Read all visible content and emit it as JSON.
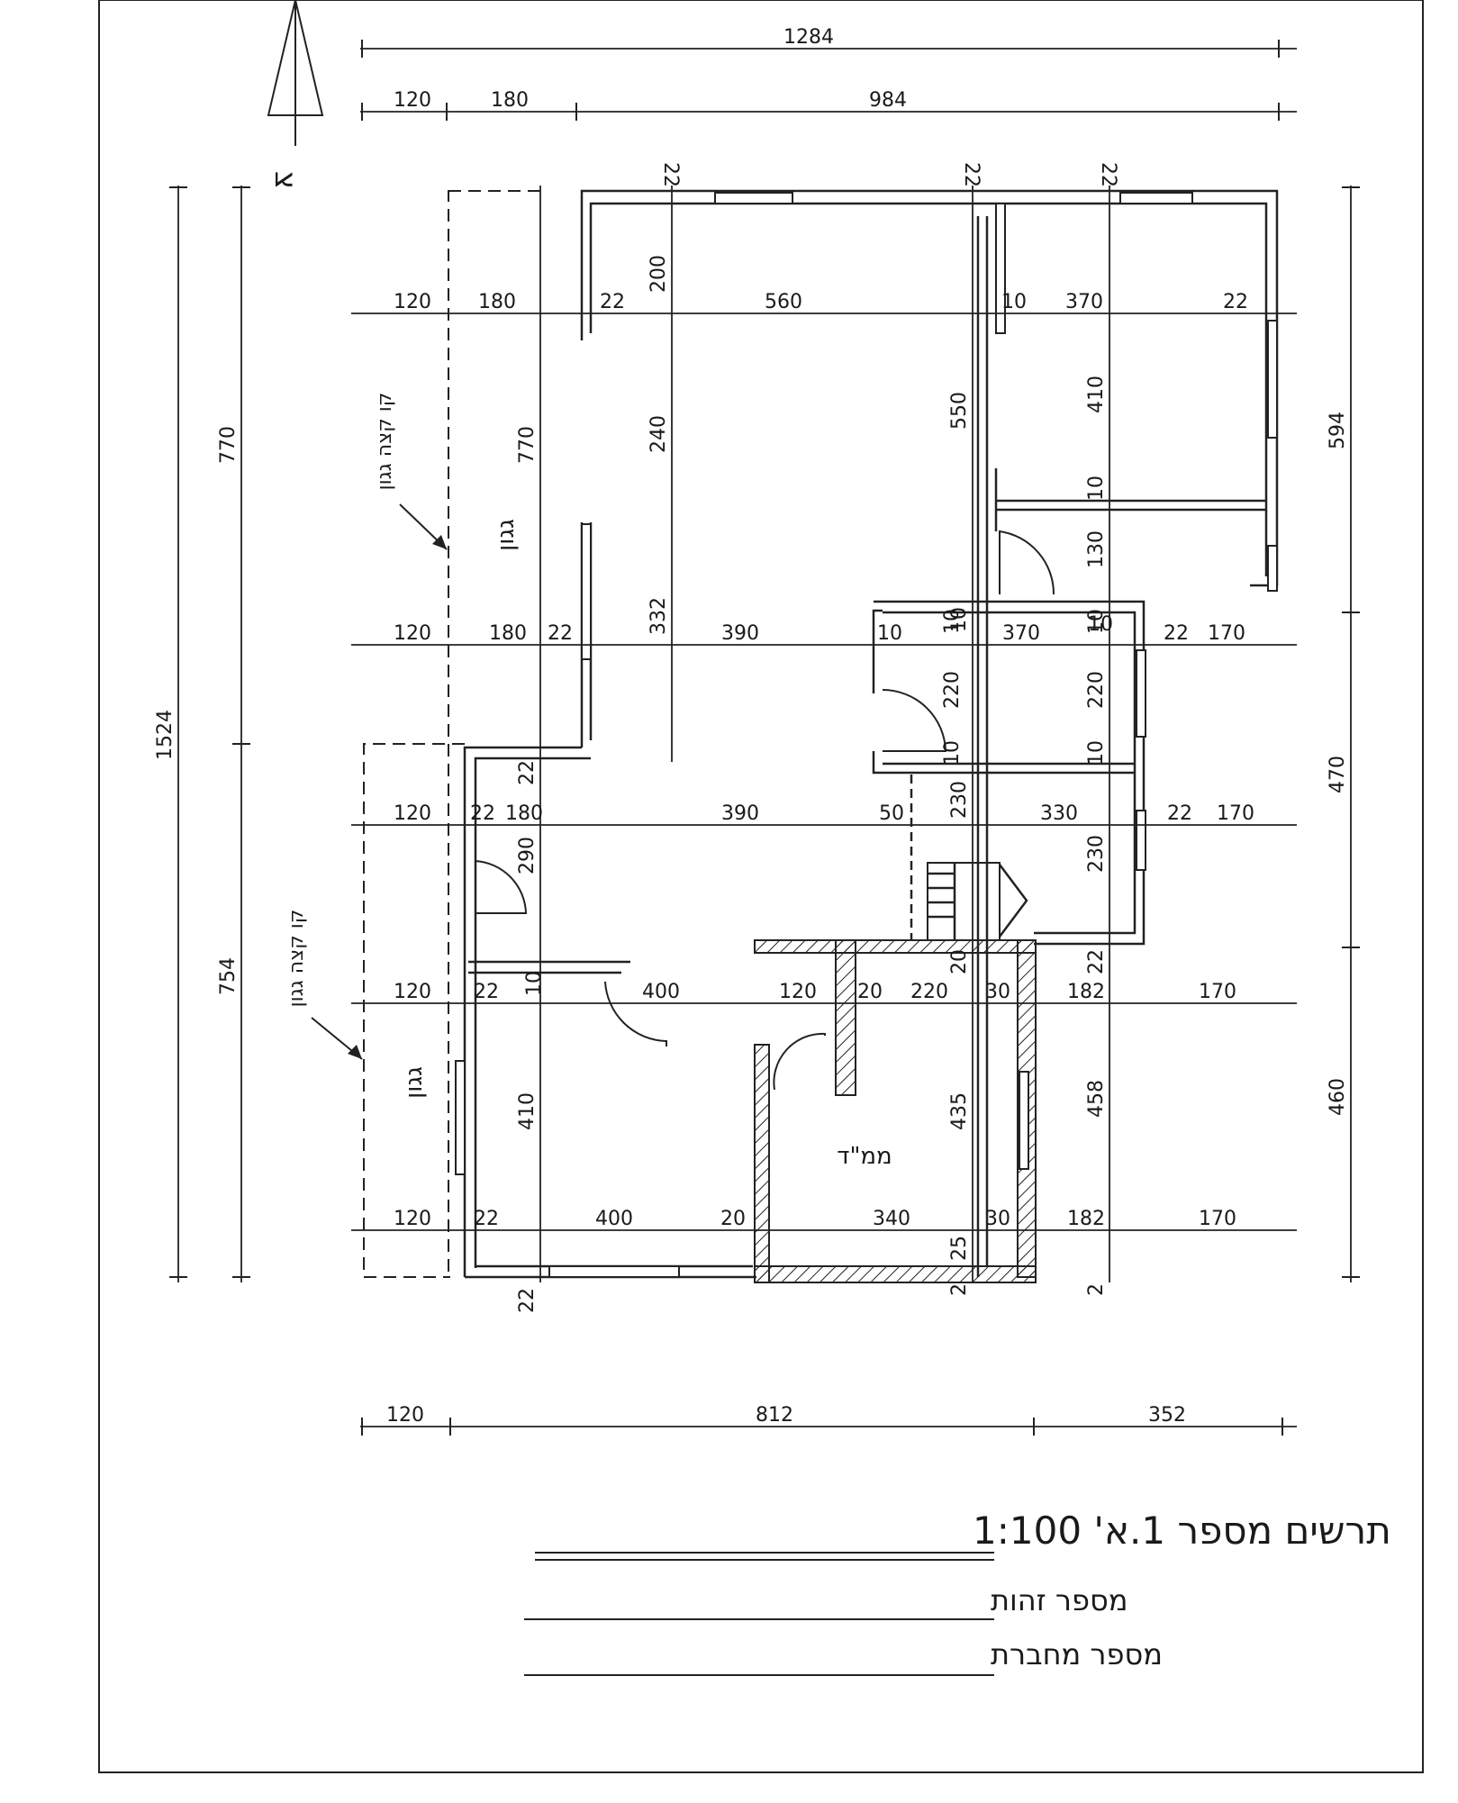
{
  "north_label": "צ",
  "rooms": {
    "mamad": "ממ\"ד",
    "garden_top": "גגון",
    "garden_bottom": "גגון"
  },
  "annotations": {
    "roof_edge_top": "קו קצה גגון",
    "roof_edge_bottom": "קו קצה גגון"
  },
  "dims": {
    "top_total": "1284",
    "top_a": "120",
    "top_b": "180",
    "top_c": "984",
    "bottom_a": "120",
    "bottom_b": "812",
    "bottom_c": "352",
    "left_total": "1524",
    "left_upper": "770",
    "left_lower": "754",
    "right_a": "594",
    "right_b": "470",
    "right_c": "460",
    "row1": [
      "120",
      "180",
      "22",
      "560",
      "10",
      "370",
      "22"
    ],
    "row2": [
      "120",
      "180",
      "22",
      "390",
      "10",
      "370",
      "10",
      "22",
      "170"
    ],
    "row3": [
      "120",
      "22",
      "180",
      "390",
      "50",
      "330",
      "22",
      "170"
    ],
    "row4": [
      "120",
      "22",
      "10",
      "400",
      "120",
      "20",
      "220",
      "30",
      "182",
      "170"
    ],
    "row5": [
      "120",
      "22",
      "400",
      "20",
      "340",
      "30",
      "182",
      "170"
    ],
    "v_col1": [
      "22",
      "200",
      "240",
      "332"
    ],
    "v_col2": [
      "22",
      "550",
      "10",
      "230",
      "20",
      "435",
      "25",
      "2"
    ],
    "v_col3": [
      "22",
      "410",
      "10",
      "130",
      "10",
      "220",
      "10",
      "230",
      "22",
      "458",
      "2"
    ],
    "v_col4": [
      "770",
      "22",
      "290",
      "10",
      "410",
      "22"
    ],
    "v_room": [
      "10",
      "220",
      "10"
    ]
  },
  "title_block": {
    "title": "תרשים מספר 1.א'   1:100",
    "id_label": "מספר זהות",
    "company_label": "מספר מחברת"
  }
}
